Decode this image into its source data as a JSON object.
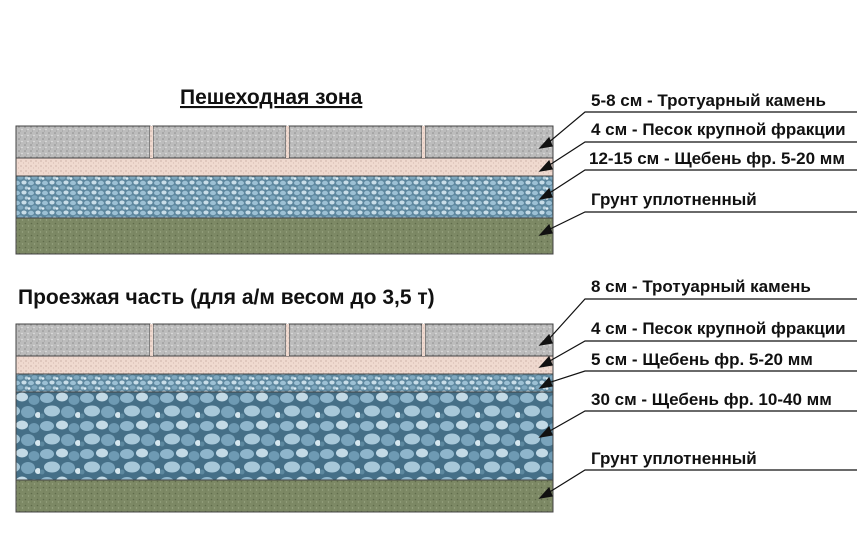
{
  "pedestrian": {
    "title": "Пешеходная зона",
    "labels": [
      "5-8 см - Тротуарный камень",
      "4 см - Песок крупной фракции",
      "12-15 см - Щебень фр. 5-20 мм",
      "Грунт уплотненный"
    ]
  },
  "roadway": {
    "title": "Проезжая часть (для а/м весом до 3,5 т)",
    "labels": [
      "8 см - Тротуарный камень",
      "4 см - Песок крупной фракции",
      "5 см - Щебень фр. 5-20 мм",
      "30 см - Щебень фр. 10-40 мм",
      "Грунт уплотненный"
    ]
  },
  "colors": {
    "paver": "#bdbdbd",
    "sand": "#efd9cf",
    "gravel": "#7fa6bd",
    "coarse_gravel": "#6f9bb4",
    "soil": "#7e8a66"
  }
}
